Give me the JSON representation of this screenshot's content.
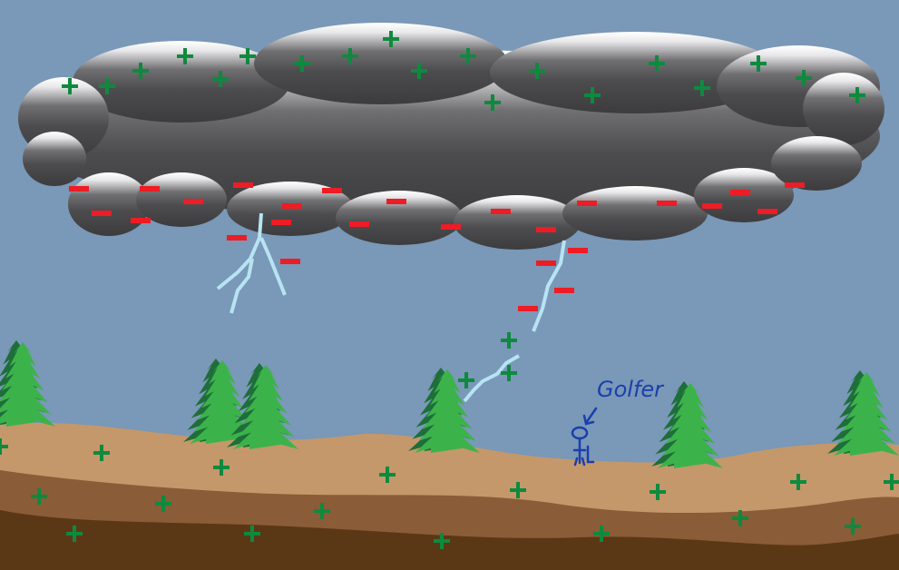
{
  "label": "Golfer",
  "colors": {
    "sky": "#7a98b7",
    "cloud_top": "#ffffff",
    "cloud_mid": "#6a6a6c",
    "cloud_bottom": "#3c3c3e",
    "positive_charge": "#0e8a3e",
    "negative_charge": "#ee1c25",
    "lightning": "#b7e3f2",
    "tree_light": "#3cb34a",
    "tree_dark": "#1e6e3a",
    "soil_top": "#c4986a",
    "soil_mid": "#8a5c38",
    "soil_deep": "#5b3815",
    "golfer": "#1a3fae"
  },
  "icons": {
    "positive": "plus-sign",
    "negative": "minus-sign"
  }
}
